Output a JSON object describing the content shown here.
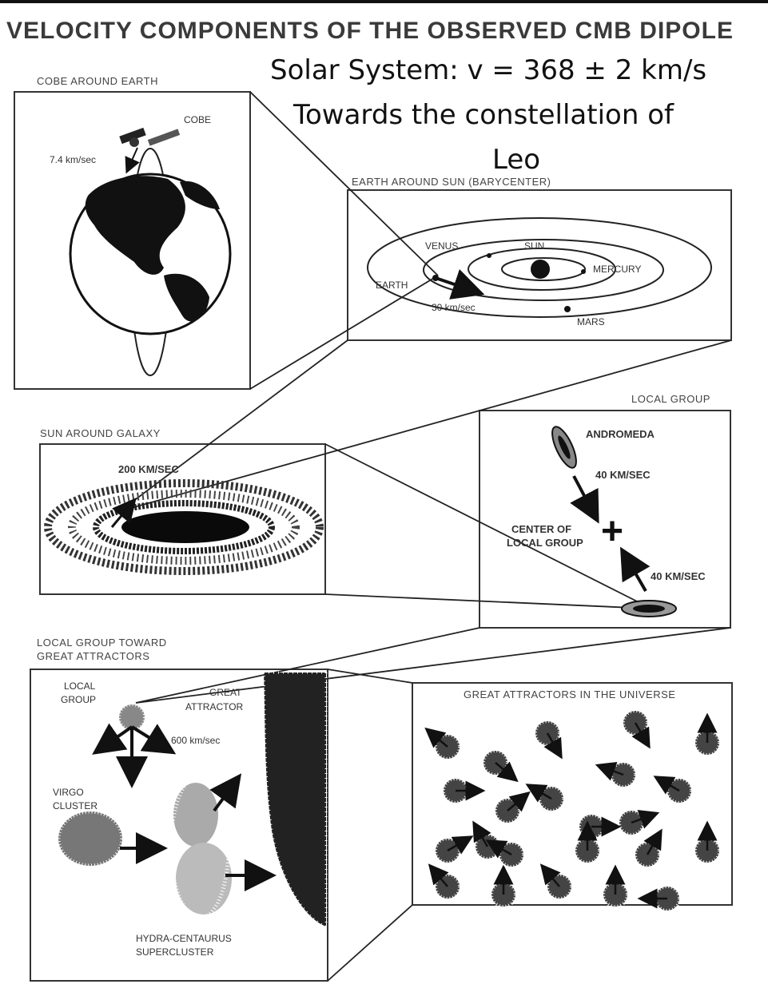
{
  "title": "VELOCITY COMPONENTS OF THE OBSERVED CMB DIPOLE",
  "overlay": {
    "line1": "Solar System: v  =  368 ± 2 km/s",
    "line2": "Towards  the constellation of",
    "line3": "Leo"
  },
  "panels": {
    "cobe": {
      "caption": "COBE AROUND EARTH",
      "satellite_label": "COBE",
      "speed": "7.4 km/sec"
    },
    "earth_sun": {
      "caption": "EARTH AROUND SUN (BARYCENTER)",
      "labels": {
        "venus": "VENUS",
        "sun": "SUN",
        "mercury": "MERCURY",
        "earth": "EARTH",
        "mars": "MARS"
      },
      "speed": "30 km/sec"
    },
    "galaxy": {
      "caption": "SUN AROUND GALAXY",
      "speed": "200 KM/SEC"
    },
    "local_group": {
      "caption": "LOCAL GROUP",
      "andromeda": "ANDROMEDA",
      "speed_top": "40 KM/SEC",
      "center_line1": "CENTER OF",
      "center_line2": "LOCAL GROUP",
      "speed_bottom": "40 KM/SEC"
    },
    "attractors": {
      "caption_line1": "LOCAL GROUP TOWARD",
      "caption_line2": "GREAT ATTRACTORS",
      "local_line1": "LOCAL",
      "local_line2": "GROUP",
      "great_line1": "GREAT",
      "great_line2": "ATTRACTOR",
      "speed": "600 km/sec",
      "virgo_line1": "VIRGO",
      "virgo_line2": "CLUSTER",
      "hydra_line1": "HYDRA-CENTAURUS",
      "hydra_line2": "SUPERCLUSTER"
    },
    "universe": {
      "caption": "GREAT ATTRACTORS IN THE UNIVERSE"
    }
  },
  "colors": {
    "ink": "#111111",
    "frame": "#333333",
    "background": "#ffffff"
  }
}
